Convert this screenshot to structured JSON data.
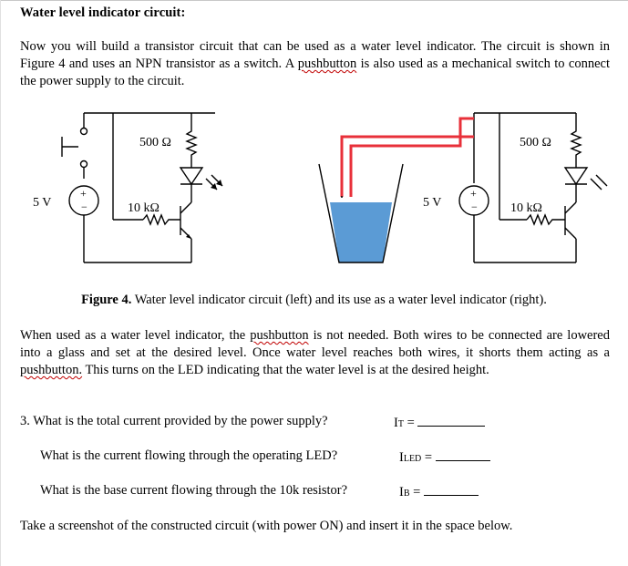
{
  "title": "Water level indicator circuit:",
  "intro": {
    "part1": "Now you will build a transistor circuit that can be used as a water level indicator. The circuit is shown in Figure 4 and uses an NPN transistor as a switch. A ",
    "pushbutton": "pushbutton",
    "part2": " is also used as a mechanical switch to connect the power supply to the circuit."
  },
  "figure": {
    "left": {
      "voltage": "5 V",
      "r_top": "500 Ω",
      "r_base": "10 kΩ",
      "plus": "+",
      "minus": "−"
    },
    "right": {
      "voltage": "5 V",
      "r_top": "500 Ω",
      "r_base": "10 kΩ",
      "plus": "+",
      "minus": "−"
    },
    "colors": {
      "water": "#5b9bd5",
      "wire": "#e8303a"
    },
    "caption_label": "Figure 4.",
    "caption_text": " Water level indicator circuit (left) and its use as a water level indicator (right)."
  },
  "body": {
    "part1": "When used as a water level indicator, the ",
    "pushbutton1": "pushbutton",
    "part2": " is not needed. Both wires to be connected are lowered into a glass and set at the desired level. Once water level reaches both wires, it shorts them acting as a ",
    "pushbutton2": "pushbutton.",
    "part3": " This turns on the LED indicating that the water level is at the desired height."
  },
  "questions": {
    "q1": "3. What is the total current provided by the power supply?",
    "q1_var": "I",
    "q1_sub": "T",
    "q2": "What is the current flowing through the operating LED?",
    "q2_var": "I",
    "q2_sub": "LED",
    "q3": "What is the base current flowing through the 10k resistor?",
    "q3_var": "I",
    "q3_sub": "B",
    "equals": " = ",
    "final": "Take a screenshot of the constructed circuit (with power ON) and insert it in the space below."
  }
}
